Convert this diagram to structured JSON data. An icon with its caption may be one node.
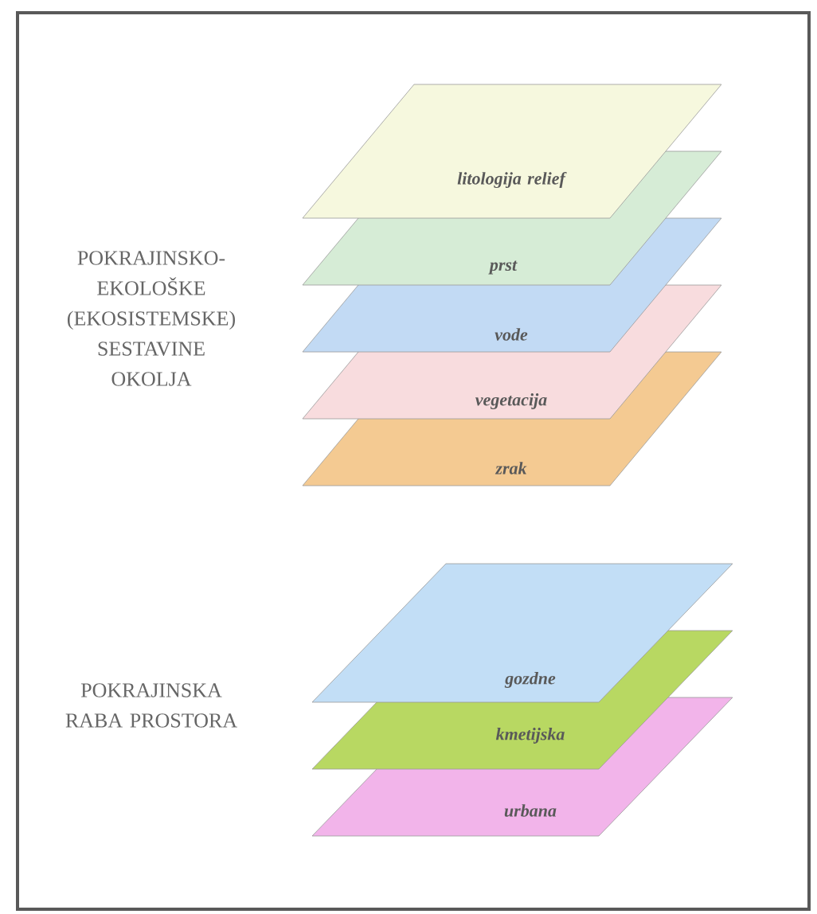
{
  "diagram": {
    "nodes": [
      {
        "text": [
          "litologija relief"
        ]
      },
      {
        "text": [
          "prst"
        ]
      },
      {
        "text": [
          "vode"
        ]
      },
      {
        "text": [
          "vegetacija"
        ]
      },
      {
        "text": [
          "zrak"
        ]
      },
      {
        "text": [
          "gozdne"
        ]
      },
      {
        "text": [
          "kmetijska"
        ]
      },
      {
        "text": [
          "urbana"
        ]
      }
    ],
    "edges": [],
    "labels": [
      "POKRAJINSKO- EKOLOŠKE (EKOSISTEMSKE) SESTAVINE OKOLJA",
      "POKRAJINSKA RABA PROSTORA"
    ]
  }
}
